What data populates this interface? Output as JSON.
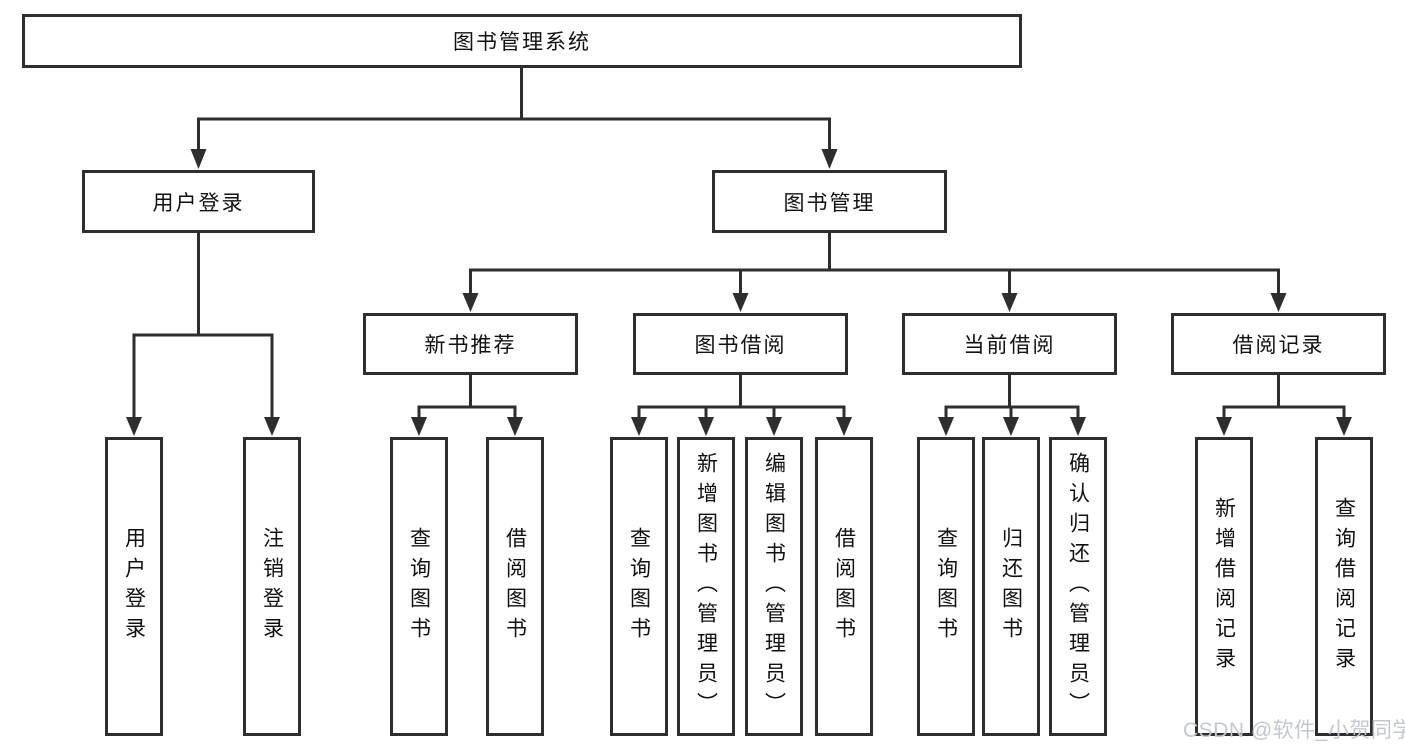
{
  "diagram": {
    "root": {
      "label": "图书管理系统",
      "children": [
        {
          "label": "用户登录",
          "children": [
            {
              "label": "用户登录"
            },
            {
              "label": "注销登录"
            }
          ]
        },
        {
          "label": "图书管理",
          "children": [
            {
              "label": "新书推荐",
              "children": [
                {
                  "label": "查询图书"
                },
                {
                  "label": "借阅图书"
                }
              ]
            },
            {
              "label": "图书借阅",
              "children": [
                {
                  "label": "查询图书"
                },
                {
                  "label": "新增图书（管理员）"
                },
                {
                  "label": "编辑图书（管理员）"
                },
                {
                  "label": "借阅图书"
                }
              ]
            },
            {
              "label": "当前借阅",
              "children": [
                {
                  "label": "查询图书"
                },
                {
                  "label": "归还图书"
                },
                {
                  "label": "确认归还（管理员）"
                }
              ]
            },
            {
              "label": "借阅记录",
              "children": [
                {
                  "label": "新增借阅记录"
                },
                {
                  "label": "查询借阅记录"
                }
              ]
            }
          ]
        }
      ]
    },
    "watermark": "CSDN @软件_小贺同学"
  },
  "colors": {
    "line": "#2e2e2e",
    "text": "#111111",
    "watermark": "#c3c8d0",
    "background": "#ffffff"
  }
}
